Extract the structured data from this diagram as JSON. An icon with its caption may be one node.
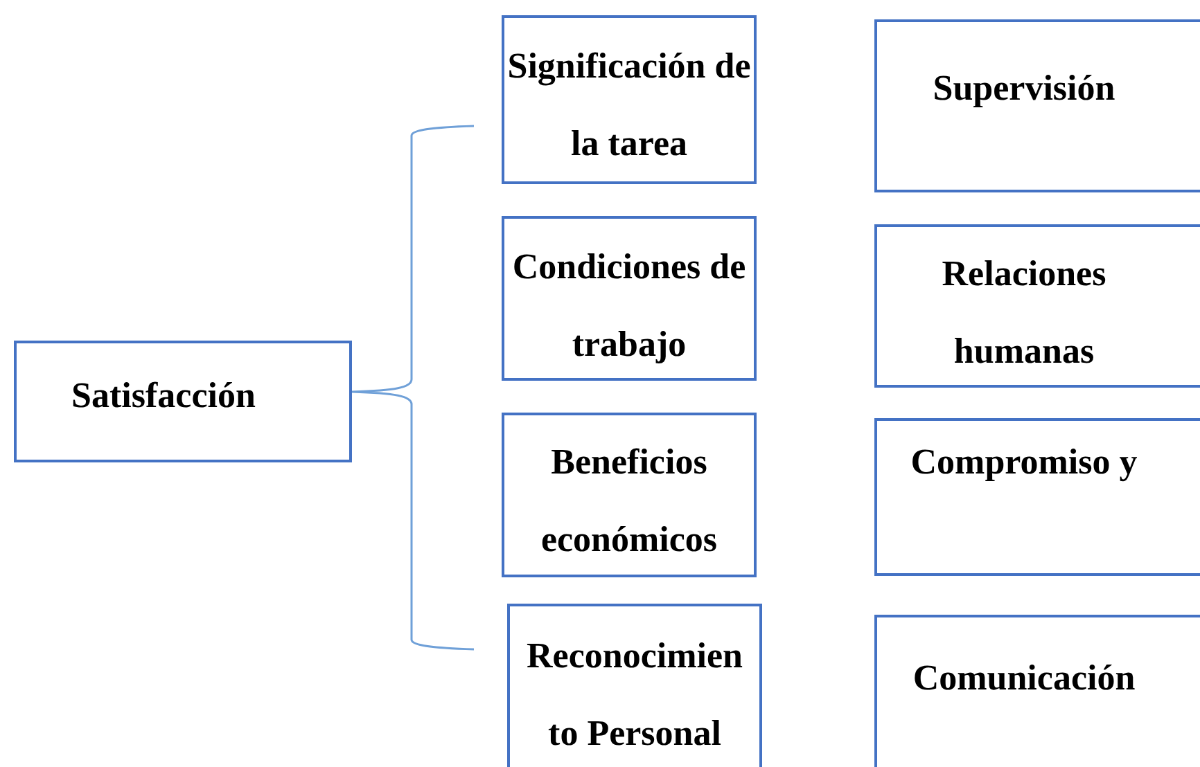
{
  "diagram": {
    "nodes": [
      {
        "text": [
          "Satisfacción"
        ]
      },
      {
        "text": [
          "Significación de la tarea"
        ]
      },
      {
        "text": [
          "Supervisión"
        ]
      },
      {
        "text": [
          "Condiciones de trabajo"
        ]
      },
      {
        "text": [
          "Relaciones humanas"
        ]
      },
      {
        "text": [
          "Beneficios económicos"
        ]
      },
      {
        "text": [
          "Compromiso y"
        ]
      },
      {
        "text": [
          "Reconocimien to Personal"
        ]
      },
      {
        "text": [
          "Comunicación"
        ]
      }
    ]
  }
}
